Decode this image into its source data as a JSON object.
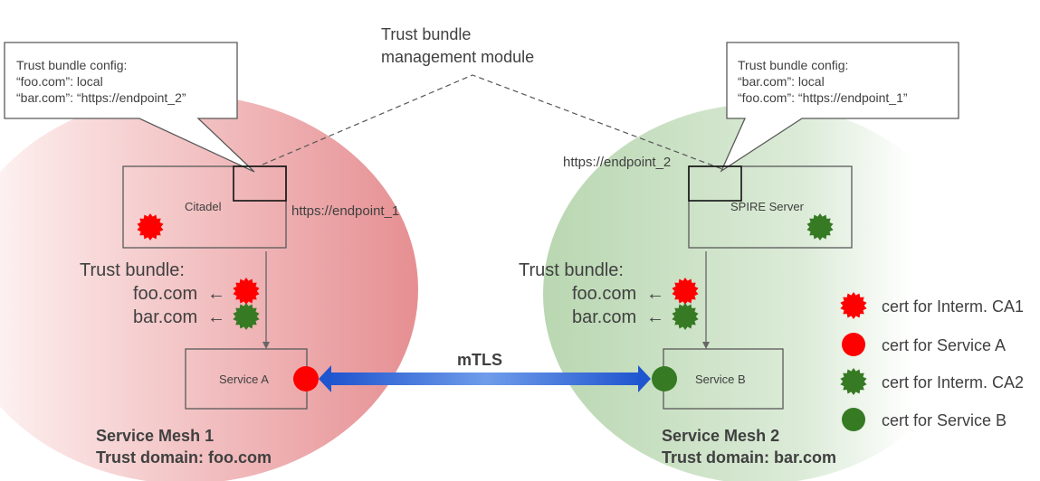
{
  "title_module": {
    "line1": "Trust bundle",
    "line2": "management module"
  },
  "mesh1": {
    "config_callout": {
      "title": "Trust bundle config:",
      "line1": "“foo.com”: local",
      "line2": "“bar.com”: “https://endpoint_2”"
    },
    "server_label": "Citadel",
    "endpoint_label": "https://endpoint_1",
    "bundle": {
      "title": "Trust bundle:",
      "entries": [
        {
          "domain": "foo.com",
          "arrow": "←",
          "cert": "interm-ca1"
        },
        {
          "domain": "bar.com",
          "arrow": "←",
          "cert": "interm-ca2"
        }
      ]
    },
    "service_label": "Service A",
    "mesh_name": "Service Mesh 1",
    "trust_domain": "Trust domain: foo.com",
    "color": "#e89a9c"
  },
  "mesh2": {
    "config_callout": {
      "title": "Trust bundle config:",
      "line1": "“bar.com”: local",
      "line2": "“foo.com”: “https://endpoint_1”"
    },
    "server_label": "SPIRE Server",
    "endpoint_label": "https://endpoint_2",
    "bundle": {
      "title": "Trust bundle:",
      "entries": [
        {
          "domain": "foo.com",
          "arrow": "←",
          "cert": "interm-ca1"
        },
        {
          "domain": "bar.com",
          "arrow": "←",
          "cert": "interm-ca2"
        }
      ]
    },
    "service_label": "Service B",
    "mesh_name": "Service Mesh 2",
    "trust_domain": "Trust domain: bar.com",
    "color": "#c2dcbc"
  },
  "connection": {
    "label": "mTLS",
    "color": "#2156d1"
  },
  "legend": [
    {
      "shape": "starburst",
      "color": "#ff0000",
      "label": "cert for Interm. CA1"
    },
    {
      "shape": "circle",
      "color": "#ff0000",
      "label": "cert for Service A"
    },
    {
      "shape": "starburst",
      "color": "#367a24",
      "label": "cert for Interm. CA2"
    },
    {
      "shape": "circle",
      "color": "#367a24",
      "label": "cert for Service B"
    }
  ],
  "colors": {
    "red_cert": "#ff0000",
    "green_cert": "#367a24"
  }
}
